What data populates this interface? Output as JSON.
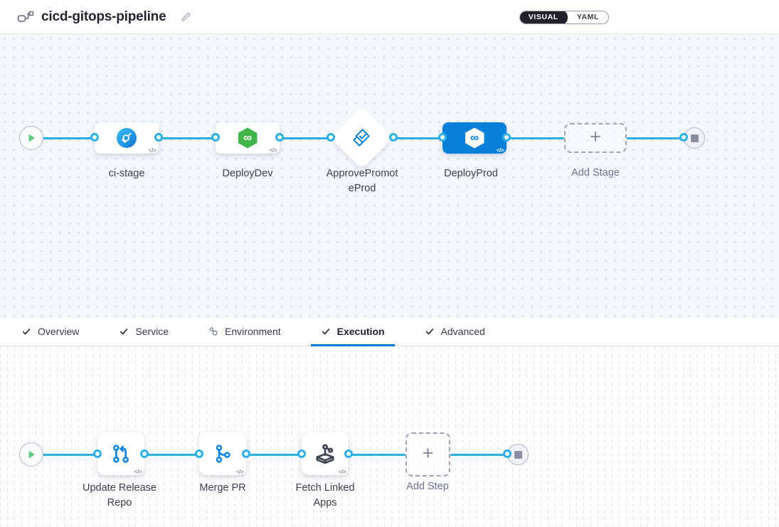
{
  "header": {
    "title": "cicd-gitops-pipeline",
    "view_toggle": {
      "visual_label": "VISUAL",
      "yaml_label": "YAML",
      "selected": "VISUAL"
    }
  },
  "tabs": {
    "items": [
      {
        "label": "Overview",
        "icon": "check-icon",
        "active": false
      },
      {
        "label": "Service",
        "icon": "check-icon",
        "active": false
      },
      {
        "label": "Environment",
        "icon": "environment-icon",
        "active": false
      },
      {
        "label": "Execution",
        "icon": "check-icon",
        "active": true
      },
      {
        "label": "Advanced",
        "icon": "check-icon",
        "active": false
      }
    ]
  },
  "stage_flow": {
    "start_marker": "play",
    "end_marker": "stop",
    "stages": [
      {
        "full_name": "ci-stage",
        "lines": [
          "ci-stage"
        ],
        "icon": "ci-build-icon",
        "shape": "rect",
        "selected": false
      },
      {
        "full_name": "DeployDev",
        "lines": [
          "DeployDev"
        ],
        "icon": "cd-deploy-icon",
        "shape": "rect",
        "selected": false
      },
      {
        "full_name": "ApprovePromoteProd",
        "lines": [
          "ApprovePromot",
          "eProd"
        ],
        "icon": "approval-icon",
        "shape": "diamond",
        "selected": false
      },
      {
        "full_name": "DeployProd",
        "lines": [
          "DeployProd"
        ],
        "icon": "cd-deploy-icon",
        "shape": "rect",
        "selected": true
      },
      {
        "full_name": "Add Stage",
        "lines": [
          "Add Stage"
        ],
        "icon": "plus-icon",
        "shape": "dashed",
        "selected": false
      }
    ]
  },
  "execution_flow": {
    "start_marker": "play",
    "end_marker": "stop",
    "steps": [
      {
        "full_name": "Update Release Repo",
        "lines": [
          "Update Release",
          "Repo"
        ],
        "icon": "update-release-repo-icon"
      },
      {
        "full_name": "Merge PR",
        "lines": [
          "Merge PR"
        ],
        "icon": "merge-pr-icon"
      },
      {
        "full_name": "Fetch Linked Apps",
        "lines": [
          "Fetch Linked",
          "Apps"
        ],
        "icon": "fetch-linked-apps-icon"
      },
      {
        "full_name": "Add Step",
        "lines": [
          "Add Step"
        ],
        "icon": "plus-icon"
      }
    ]
  },
  "misc": {
    "code_badge": "</>",
    "plus": "+",
    "infinity": "∞"
  },
  "colors": {
    "accent_blue": "#0278d5",
    "selected_stage_bg": "#0680d9",
    "connector_blue": "#2cafe6",
    "cd_green": "#42b54a",
    "play_green": "#5fca7f",
    "stage_canvas_bg": "#f3f8fd",
    "toggle_dark": "#22222a"
  }
}
